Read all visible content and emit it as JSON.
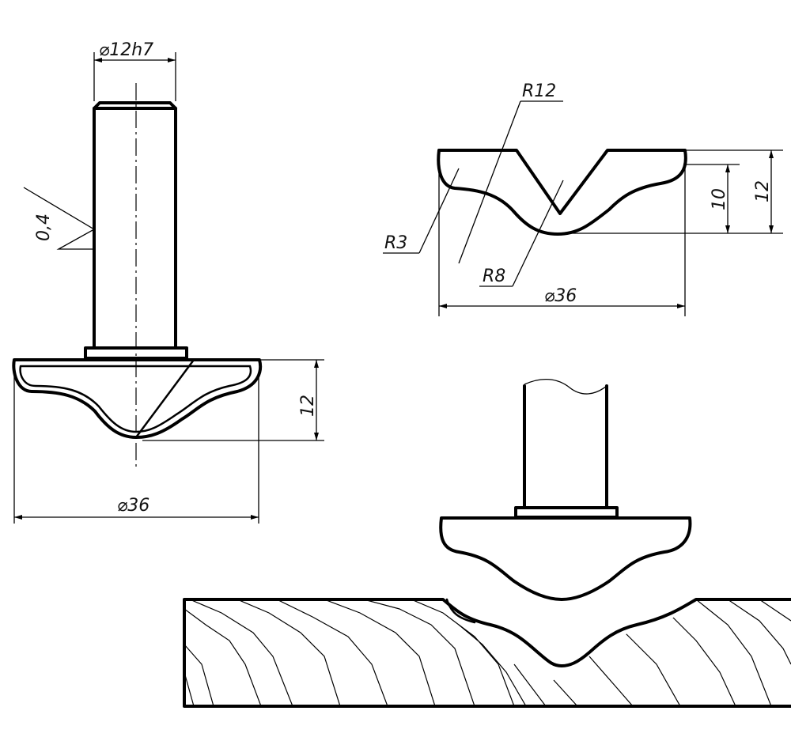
{
  "labels": {
    "shank_diameter": "⌀12h7",
    "surface_finish": "0,4",
    "head_height": "12",
    "head_diameter": "⌀36",
    "radius_r12": "R12",
    "radius_r3": "R3",
    "radius_r8": "R8",
    "profile_depth": "10",
    "profile_height": "12",
    "profile_diameter": "⌀36"
  }
}
